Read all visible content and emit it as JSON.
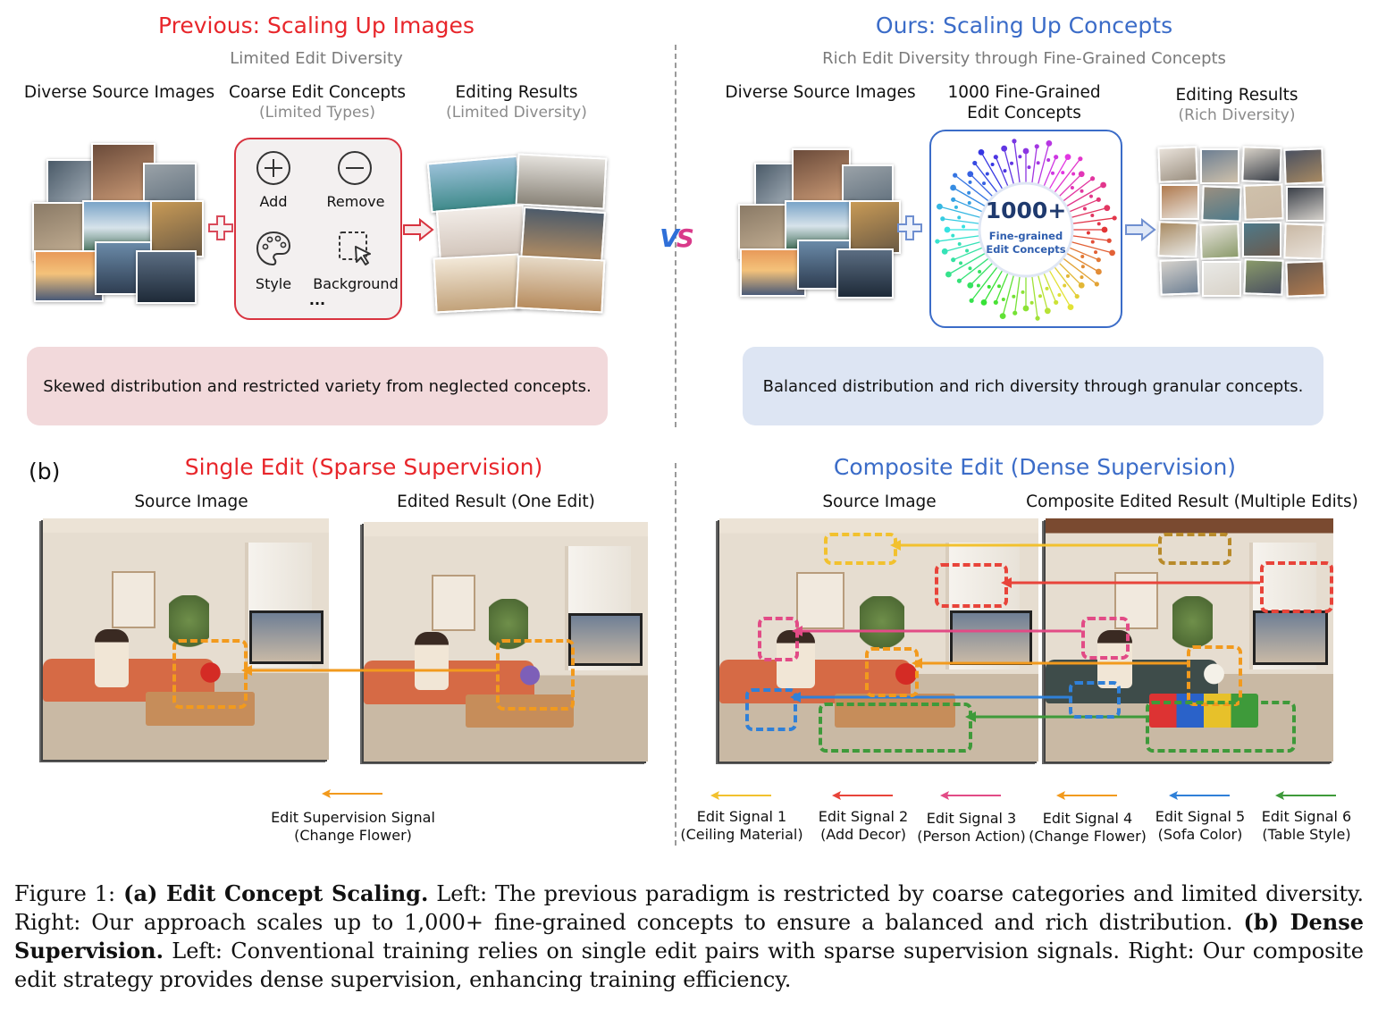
{
  "part_a": {
    "left": {
      "title": "Previous: Scaling Up Images",
      "subtitle": "Limited Edit Diversity",
      "col1_head": "Diverse Source Images",
      "col2_head": "Coarse Edit Concepts",
      "col2_sub": "(Limited Types)",
      "col3_head": "Editing Results",
      "col3_sub": "(Limited Diversity)",
      "ops": [
        "Add",
        "Remove",
        "Style",
        "Background"
      ],
      "ellipsis": "...",
      "summary": "Skewed distribution and restricted variety from neglected concepts."
    },
    "vs_label": "VS",
    "right": {
      "title": "Ours: Scaling Up Concepts",
      "subtitle": "Rich Edit Diversity through Fine-Grained Concepts",
      "col1_head": "Diverse Source Images",
      "col2_head_line1": "1000 Fine-Grained",
      "col2_head_line2": "Edit Concepts",
      "col3_head": "Editing Results",
      "col3_sub": "(Rich Diversity)",
      "badge_number": "1000+",
      "badge_line1": "Fine-grained",
      "badge_line2": "Edit Concepts",
      "summary": "Balanced distribution and rich diversity through granular concepts."
    }
  },
  "part_b": {
    "label": "(b)",
    "left": {
      "title": "Single Edit (Sparse Supervision)",
      "source_head": "Source Image",
      "result_head": "Edited Result (One Edit)",
      "signal_line1": "Edit Supervision Signal",
      "signal_line2": "(Change Flower)"
    },
    "right": {
      "title": "Composite Edit (Dense Supervision)",
      "source_head": "Source Image",
      "result_head": "Composite Edited Result (Multiple Edits)",
      "signals": [
        {
          "line1": "Edit Signal 1",
          "line2": "(Ceiling Material)",
          "color": "#f2c12e"
        },
        {
          "line1": "Edit Signal 2",
          "line2": "(Add Decor)",
          "color": "#e8443a"
        },
        {
          "line1": "Edit Signal 3",
          "line2": "(Person Action)",
          "color": "#e24b86"
        },
        {
          "line1": "Edit Signal 4",
          "line2": "(Change Flower)",
          "color": "#f29a1d"
        },
        {
          "line1": "Edit Signal 5",
          "line2": "(Sofa Color)",
          "color": "#2f80d8"
        },
        {
          "line1": "Edit Signal 6",
          "line2": "(Table Style)",
          "color": "#3e9a3a"
        }
      ]
    }
  },
  "caption": {
    "fig_label": "Figure 1:",
    "a_bold": "(a) Edit Concept Scaling.",
    "a_text": "Left: The previous paradigm is restricted by coarse categories and limited diversity. Right: Our approach scales up to 1,000+ fine-grained concepts to ensure a balanced and rich distribution.",
    "b_bold": "(b) Dense Supervision.",
    "b_text": "Left: Conventional training relies on single edit pairs with sparse supervision signals. Right: Our composite edit strategy provides dense supervision, enhancing training efficiency."
  },
  "colors": {
    "red": "#e8262b",
    "blue": "#3b6cc8",
    "pink_panel": "#f2d9db",
    "blue_panel": "#dde5f3",
    "orange_signal": "#f29a1d"
  }
}
